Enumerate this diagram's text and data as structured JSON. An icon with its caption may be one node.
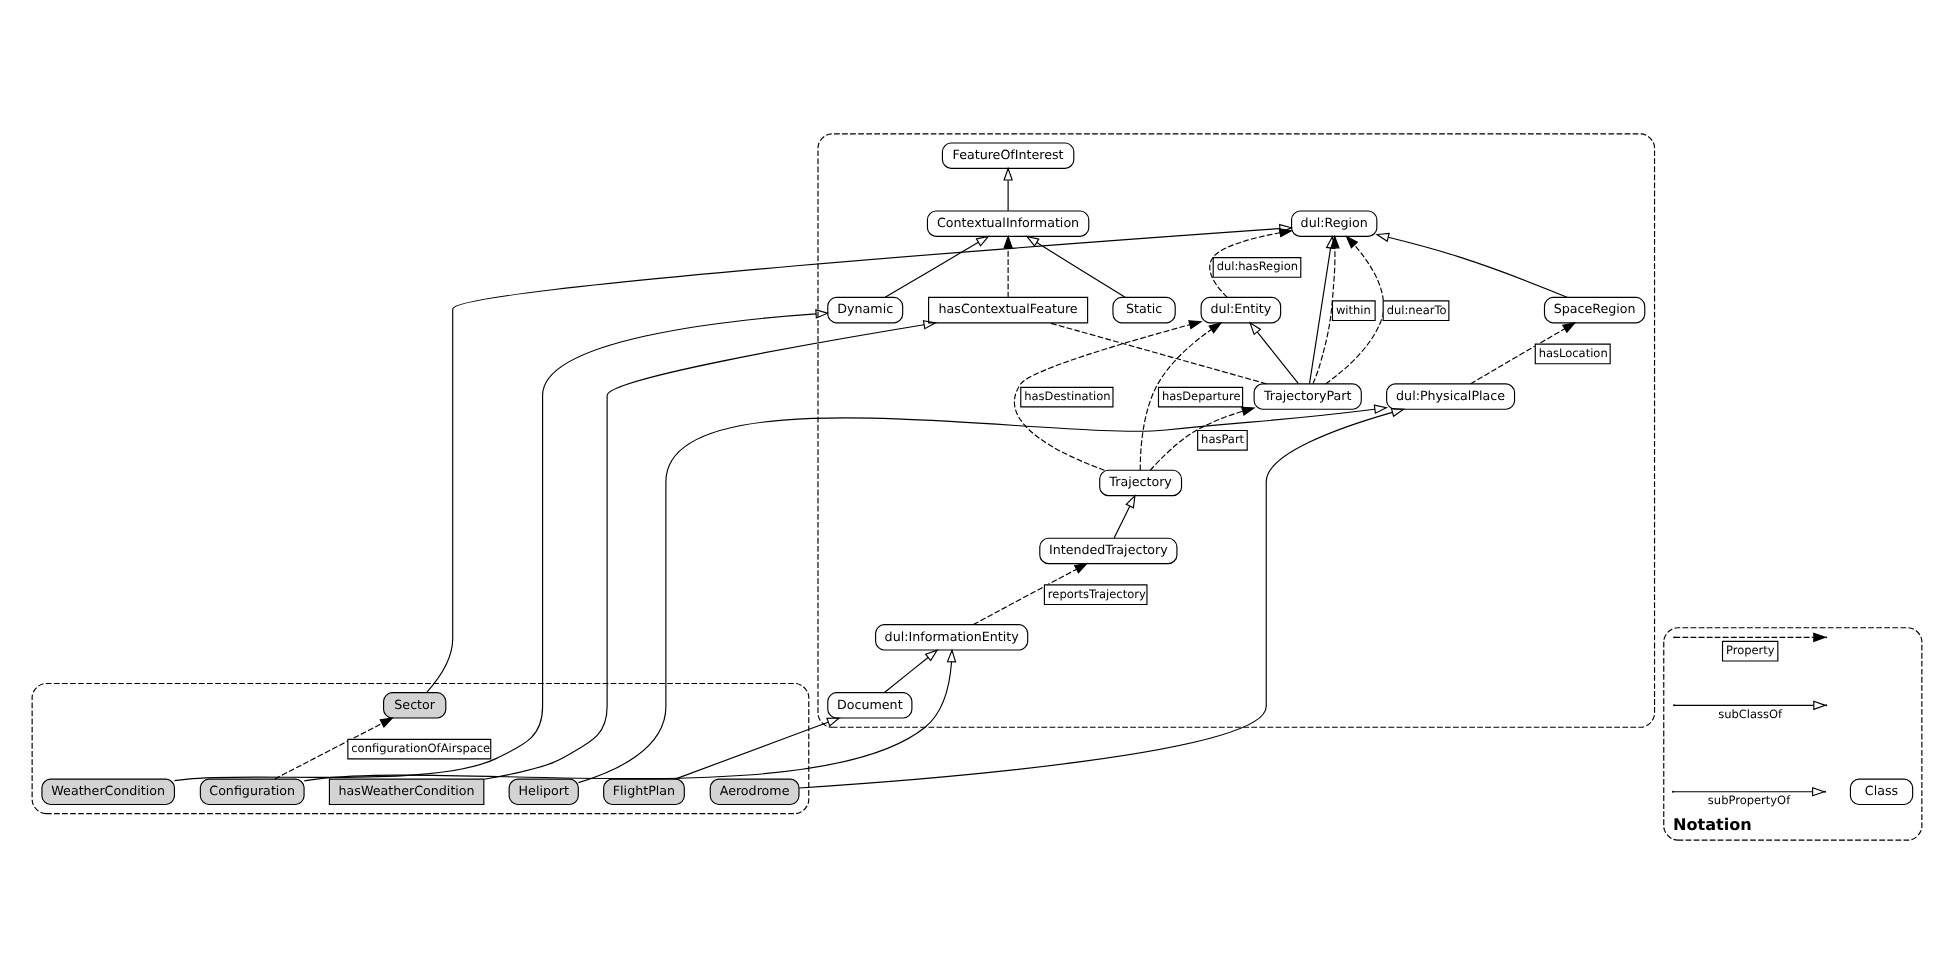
{
  "diagram": {
    "nodes": [
      {
        "text": [],
        "shape": "box"
      },
      {
        "text": [
          "Trajectory"
        ],
        "in": 0
      },
      {
        "text": [
          "TrajectoryPart"
        ],
        "in": 0
      },
      {
        "text": [
          "dul:InformationEntity"
        ],
        "in": 0
      },
      {
        "text": [
          "hasContextualFeature"
        ],
        "in": 0
      },
      {
        "text": [
          "FeatureOfInterest"
        ],
        "in": 0
      },
      {
        "text": [
          "IntendedTrajectory"
        ],
        "in": 0
      },
      {
        "text": [
          "dul:Entity"
        ],
        "in": 0
      },
      {
        "text": [
          "dul:Region"
        ],
        "in": 0
      },
      {
        "text": [
          "ContextualInformation"
        ],
        "in": 0
      },
      {
        "text": [
          "Static"
        ],
        "in": 0
      },
      {
        "text": [
          "Document"
        ],
        "in": 0
      },
      {
        "text": [
          "dul:PhysicalPlace"
        ],
        "in": 0
      },
      {
        "text": [
          "SpaceRegion"
        ],
        "in": 0
      },
      {
        "text": [
          "Dynamic"
        ],
        "in": 0
      },
      {
        "text": [],
        "shape": "box"
      },
      {
        "text": [
          "FlightPlan"
        ],
        "in": 15
      },
      {
        "text": [
          "Heliport"
        ],
        "in": 15
      },
      {
        "text": [
          "Aerodrome"
        ],
        "in": 15
      },
      {
        "text": [
          "hasWeatherCondition"
        ],
        "in": 15
      },
      {
        "text": [
          "Configuration"
        ],
        "in": 15
      },
      {
        "text": [
          "Sector"
        ],
        "in": 15
      },
      {
        "text": [
          "WeatherCondition"
        ],
        "in": 15
      },
      {
        "text": [
          "Notation"
        ]
      },
      {
        "text": [
          "Class"
        ],
        "in": 23
      }
    ],
    "edges": [
      {
        "from": 1,
        "to": 2,
        "arrow": "to",
        "style": "dashed",
        "label": "hasPart"
      },
      {
        "from": 6,
        "to": 1,
        "arrow": "to"
      },
      {
        "from": 1,
        "to": 7,
        "arrow": "to",
        "style": "dashed",
        "label": "hasDestination"
      },
      {
        "from": 1,
        "to": 7,
        "arrow": "to",
        "style": "dashed",
        "label": "hasDeparture"
      },
      {
        "from": 3,
        "to": 6,
        "arrow": "to",
        "style": "dashed",
        "label": "reportsTrajectory"
      },
      {
        "from": 2,
        "to": 7,
        "arrow": "to"
      },
      {
        "from": 2,
        "to": 8,
        "arrow": "to"
      },
      {
        "from": 2,
        "to": 8,
        "arrow": "to",
        "style": "dashed",
        "label": "within"
      },
      {
        "from": 2,
        "to": 8,
        "arrow": "to",
        "style": "dashed",
        "label": "dul:nearTo"
      },
      {
        "from": 2,
        "to": 4,
        "arrow": "none",
        "style": "dashed"
      },
      {
        "from": 4,
        "to": 9,
        "arrow": "to",
        "style": "dashed"
      },
      {
        "from": 9,
        "to": 5,
        "arrow": "to"
      },
      {
        "from": 10,
        "to": 9,
        "arrow": "to"
      },
      {
        "from": 14,
        "to": 9,
        "arrow": "to"
      },
      {
        "from": 7,
        "to": 8,
        "arrow": "to",
        "style": "dashed",
        "label": "dul:hasRegion"
      },
      {
        "from": 11,
        "to": 3,
        "arrow": "to"
      },
      {
        "from": 12,
        "to": 13,
        "arrow": "to",
        "style": "dashed",
        "label": "hasLocation"
      },
      {
        "from": 13,
        "to": 8,
        "arrow": "to"
      },
      {
        "from": 16,
        "to": 11,
        "arrow": "to"
      },
      {
        "from": 17,
        "to": 12,
        "arrow": "to"
      },
      {
        "from": 18,
        "to": 12,
        "arrow": "to"
      },
      {
        "from": 19,
        "to": 4,
        "arrow": "to"
      },
      {
        "from": 20,
        "to": 3,
        "arrow": "to"
      },
      {
        "from": 20,
        "to": 21,
        "arrow": "to",
        "style": "dashed",
        "label": "configurationOfAirspace"
      },
      {
        "from": 21,
        "to": 8,
        "arrow": "to"
      },
      {
        "from": 22,
        "to": 14,
        "arrow": "to"
      }
    ],
    "legend": [
      {
        "text": "Property"
      },
      {
        "text": "subClassOf"
      },
      {
        "text": "subPropertyOf"
      }
    ]
  }
}
